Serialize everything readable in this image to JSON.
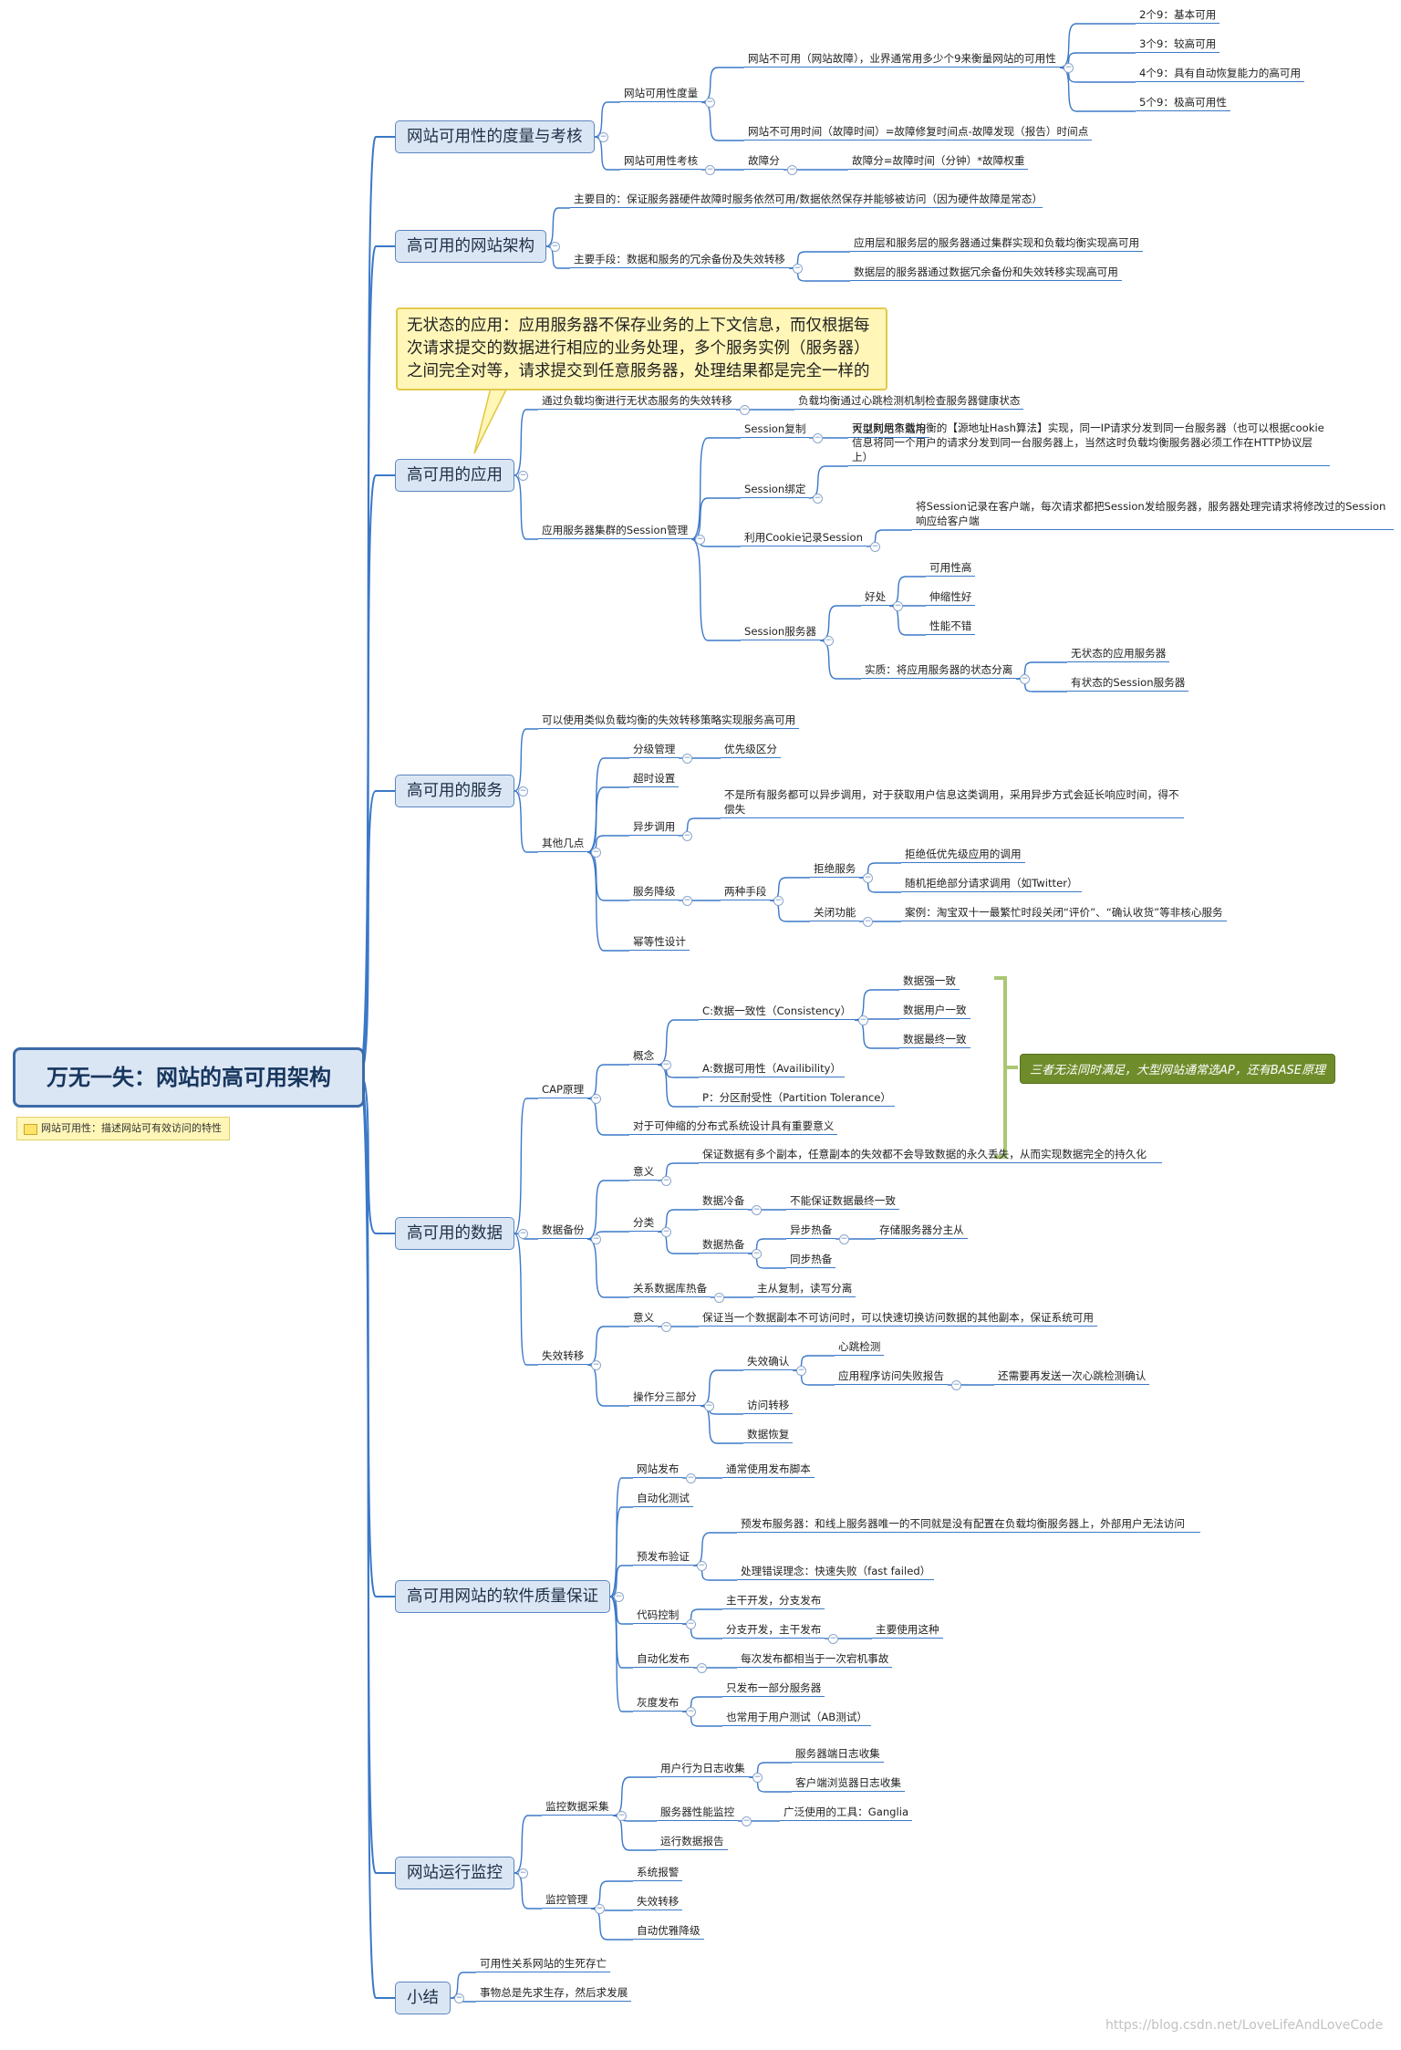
{
  "root": {
    "title": "万无一失：网站的高可用架构"
  },
  "root_note": "网站可用性：描述网站可有效访问的特性",
  "callout_text": "无状态的应用：应用服务器不保存业务的上下文信息，而仅根据每次请求提交的数据进行相应的业务处理，多个服务实例（服务器）之间完全对等，请求提交到任意服务器，处理结果都是完全一样的",
  "cap_summary": "三者无法同时满足，大型网站通常选AP，还有BASE原理",
  "watermark": "https://blog.csdn.net/LoveLifeAndLoveCode",
  "colors": {
    "accent": "#3b78c8",
    "branch_fill": "#dbe6f4",
    "callout_fill": "#fff6b8",
    "summary_fill": "#6f8c2b"
  },
  "nodes": {
    "b1": "网站可用性的度量与考核",
    "b1_1": "网站可用性度量",
    "b1_1_1": "网站不可用（网站故障），业界通常用多少个9来衡量网站的可用性",
    "b1_1_1_1": "2个9：基本可用",
    "b1_1_1_2": "3个9：较高可用",
    "b1_1_1_3": "4个9：具有自动恢复能力的高可用",
    "b1_1_1_4": "5个9：极高可用性",
    "b1_1_2": "网站不可用时间（故障时间）=故障修复时间点-故障发现（报告）时间点",
    "b1_2": "网站可用性考核",
    "b1_2_1": "故障分",
    "b1_2_1_1": "故障分=故障时间（分钟）*故障权重",
    "b2": "高可用的网站架构",
    "b2_1": "主要目的：保证服务器硬件故障时服务依然可用/数据依然保存并能够被访问（因为硬件故障是常态）",
    "b2_2": "主要手段：数据和服务的冗余备份及失效转移",
    "b2_2_1": "应用层和服务层的服务器通过集群实现和负载均衡实现高可用",
    "b2_2_2": "数据层的服务器通过数据冗余备份和失效转移实现高可用",
    "b3": "高可用的应用",
    "b3_1": "通过负载均衡进行无状态服务的失效转移",
    "b3_1_1": "负载均衡通过心跳检测机制检查服务器健康状态",
    "b3_2": "应用服务器集群的Session管理",
    "b3_2_1": "Session复制",
    "b3_2_1_1": "大型网站不适用",
    "b3_2_2": "Session绑定",
    "b3_2_2_1": "可以利用负载均衡的【源地址Hash算法】实现，同一IP请求分发到同一台服务器（也可以根据cookie信息将同一个用户的请求分发到同一台服务器上，当然这时负载均衡服务器必须工作在HTTP协议层上）",
    "b3_2_3": "利用Cookie记录Session",
    "b3_2_3_1": "将Session记录在客户端，每次请求都把Session发给服务器，服务器处理完请求将修改过的Session响应给客户端",
    "b3_2_4": "Session服务器",
    "b3_2_4_1": "好处",
    "b3_2_4_1_1": "可用性高",
    "b3_2_4_1_2": "伸缩性好",
    "b3_2_4_1_3": "性能不错",
    "b3_2_4_2": "实质：将应用服务器的状态分离",
    "b3_2_4_2_1": "无状态的应用服务器",
    "b3_2_4_2_2": "有状态的Session服务器",
    "b4": "高可用的服务",
    "b4_1": "可以使用类似负载均衡的失效转移策略实现服务高可用",
    "b4_2": "其他几点",
    "b4_2_1": "分级管理",
    "b4_2_1_1": "优先级区分",
    "b4_2_2": "超时设置",
    "b4_2_3": "异步调用",
    "b4_2_3_1": "不是所有服务都可以异步调用，对于获取用户信息这类调用，采用异步方式会延长响应时间，得不偿失",
    "b4_2_4": "服务降级",
    "b4_2_4_1": "两种手段",
    "b4_2_4_1_1": "拒绝服务",
    "b4_2_4_1_1_1": "拒绝低优先级应用的调用",
    "b4_2_4_1_1_2": "随机拒绝部分请求调用（如Twitter）",
    "b4_2_4_1_2": "关闭功能",
    "b4_2_4_1_2_1": "案例：淘宝双十一最繁忙时段关闭“评价”、“确认收货”等非核心服务",
    "b4_2_5": "幂等性设计",
    "b5": "高可用的数据",
    "b5_1": "CAP原理",
    "b5_1_1": "概念",
    "b5_1_1_1": "C:数据一致性（Consistency）",
    "b5_1_1_1_1": "数据强一致",
    "b5_1_1_1_2": "数据用户一致",
    "b5_1_1_1_3": "数据最终一致",
    "b5_1_1_2": "A:数据可用性（Availibility）",
    "b5_1_1_3": "P：分区耐受性（Partition Tolerance）",
    "b5_1_2": "对于可伸缩的分布式系统设计具有重要意义",
    "b5_2": "数据备份",
    "b5_2_1": "意义",
    "b5_2_1_1": "保证数据有多个副本，任意副本的失效都不会导致数据的永久丢失，从而实现数据完全的持久化",
    "b5_2_2": "分类",
    "b5_2_2_1": "数据冷备",
    "b5_2_2_1_1": "不能保证数据最终一致",
    "b5_2_2_2": "数据热备",
    "b5_2_2_2_1": "异步热备",
    "b5_2_2_2_1_1": "存储服务器分主从",
    "b5_2_2_2_2": "同步热备",
    "b5_2_3": "关系数据库热备",
    "b5_2_3_1": "主从复制，读写分离",
    "b5_3": "失效转移",
    "b5_3_1": "意义",
    "b5_3_1_1": "保证当一个数据副本不可访问时，可以快速切换访问数据的其他副本，保证系统可用",
    "b5_3_2": "操作分三部分",
    "b5_3_2_1": "失效确认",
    "b5_3_2_1_1": "心跳检测",
    "b5_3_2_1_2": "应用程序访问失败报告",
    "b5_3_2_1_2_1": "还需要再发送一次心跳检测确认",
    "b5_3_2_2": "访问转移",
    "b5_3_2_3": "数据恢复",
    "b6": "高可用网站的软件质量保证",
    "b6_1": "网站发布",
    "b6_1_1": "通常使用发布脚本",
    "b6_2": "自动化测试",
    "b6_3": "预发布验证",
    "b6_3_1": "预发布服务器：和线上服务器唯一的不同就是没有配置在负载均衡服务器上，外部用户无法访问",
    "b6_3_2": "处理错误理念：快速失败（fast failed）",
    "b6_4": "代码控制",
    "b6_4_1": "主干开发，分支发布",
    "b6_4_2": "分支开发，主干发布",
    "b6_4_2_1": "主要使用这种",
    "b6_5": "自动化发布",
    "b6_5_1": "每次发布都相当于一次宕机事故",
    "b6_6": "灰度发布",
    "b6_6_1": "只发布一部分服务器",
    "b6_6_2": "也常用于用户测试（AB测试）",
    "b7": "网站运行监控",
    "b7_1": "监控数据采集",
    "b7_1_1": "用户行为日志收集",
    "b7_1_1_1": "服务器端日志收集",
    "b7_1_1_2": "客户端浏览器日志收集",
    "b7_1_2": "服务器性能监控",
    "b7_1_2_1": "广泛使用的工具：Ganglia",
    "b7_1_3": "运行数据报告",
    "b7_2": "监控管理",
    "b7_2_1": "系统报警",
    "b7_2_2": "失效转移",
    "b7_2_3": "自动优雅降级",
    "b8": "小结",
    "b8_1": "可用性关系网站的生死存亡",
    "b8_2": "事物总是先求生存，然后求发展"
  }
}
